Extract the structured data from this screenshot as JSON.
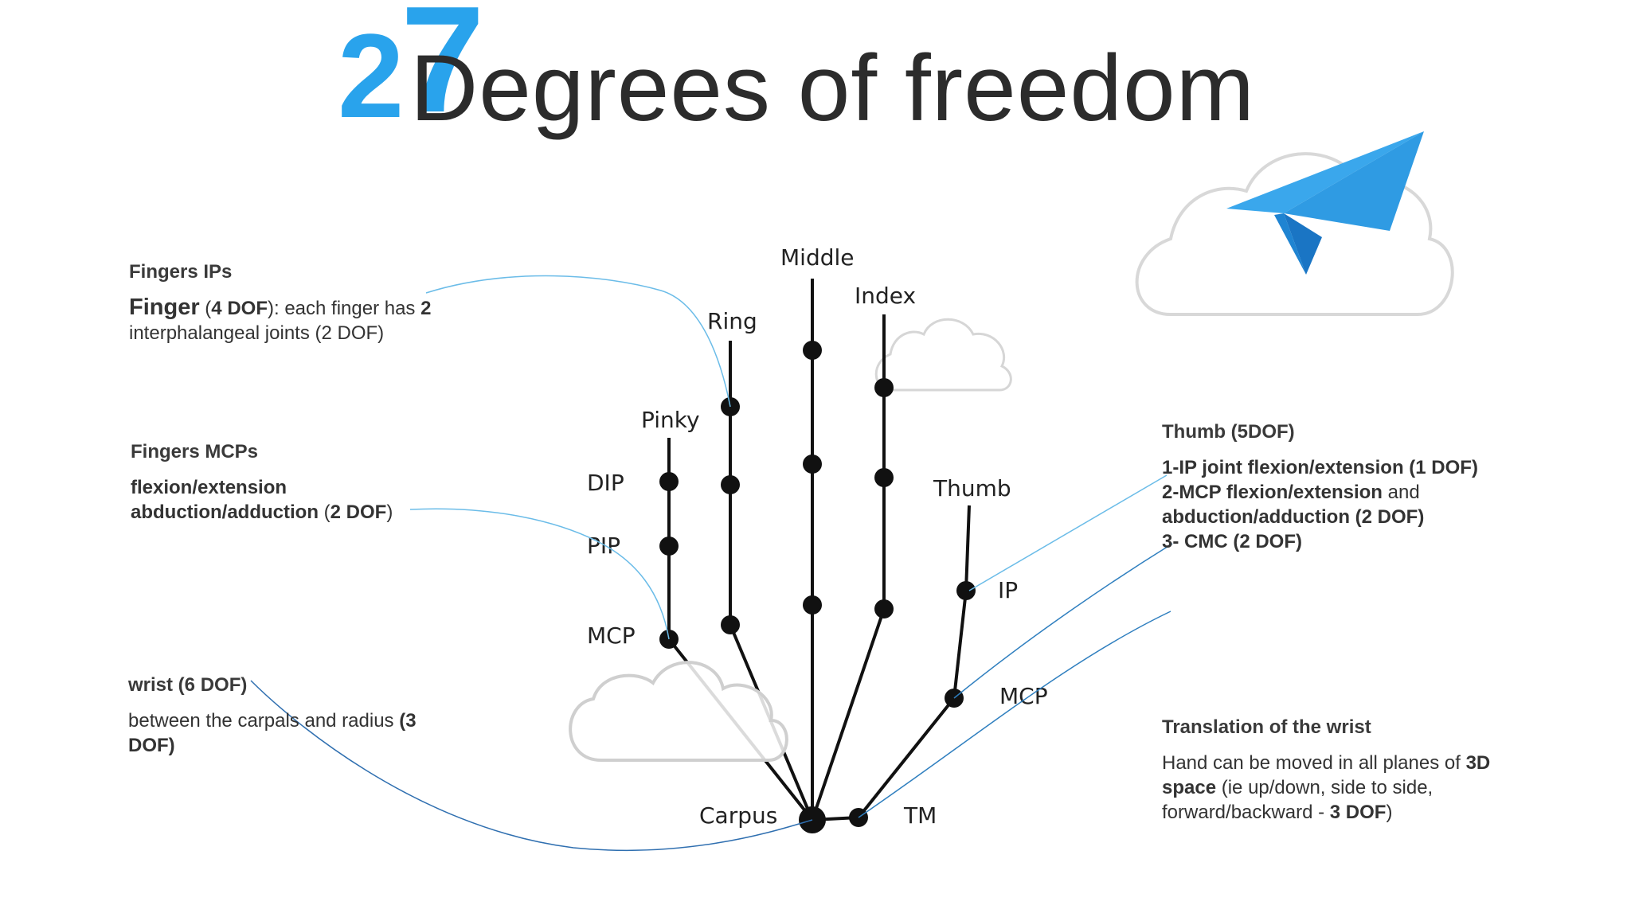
{
  "title": {
    "num_a": "2",
    "num_b": "7",
    "text": "Degrees of freedom"
  },
  "diagram": {
    "finger_labels": {
      "middle": "Middle",
      "index": "Index",
      "ring": "Ring",
      "pinky": "Pinky",
      "thumb": "Thumb"
    },
    "joint_labels": {
      "dip": "DIP",
      "pip": "PIP",
      "mcp": "MCP",
      "ip": "IP",
      "thumb_mcp": "MCP",
      "carpus": "Carpus",
      "tm": "TM"
    }
  },
  "fingers_ips": {
    "heading": "Fingers IPs",
    "finger_word": "Finger",
    "dof_open": " (",
    "dof_bold": "4 DOF",
    "text_a": "): each finger has ",
    "text_bold": "2",
    "text_b": " interphalangeal joints (2 DOF)"
  },
  "fingers_mcps": {
    "heading": "Fingers MCPs",
    "line1": "flexion/extension",
    "line2_bold": "abduction/adduction",
    "line2_rest": " (",
    "line2_bold2": "2 DOF",
    "line2_end": ")"
  },
  "wrist": {
    "heading": "wrist (6 DOF)",
    "text": "between the carpals and radius ",
    "bold": "(3 DOF)"
  },
  "thumb": {
    "heading": "Thumb (5DOF)",
    "line1": "1-IP joint flexion/extension (1 DOF)",
    "line2_bold": "2-MCP flexion/extension",
    "line2_rest": " and",
    "line3": "abduction/adduction (2 DOF)",
    "line4": "3- CMC (2 DOF)"
  },
  "translation": {
    "heading": "Translation of the wrist",
    "text_a": "Hand can be moved in all planes of ",
    "bold_a": "3D space",
    "text_b": " (ie up/down, side to side, forward/backward - ",
    "bold_b": "3 DOF",
    "text_c": ")"
  }
}
